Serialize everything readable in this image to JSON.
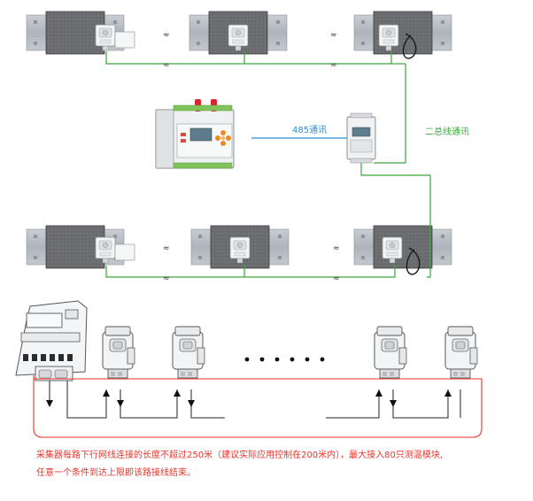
{
  "labels": {
    "rs485": "485通讯",
    "bus": "二总线通讯",
    "note_line1": "采集器每路下行网线连接的长度不超过250米（建议实际应用控制在200米内），最大接入80只测温模块,",
    "note_line2": "任意一个条件到达上限即该路接线结束。"
  },
  "symbols": {
    "break_mark": "≈",
    "ellipsis_dots": 6
  },
  "colors": {
    "bus_green": "#3aa83a",
    "rs485_blue": "#2a8fd8",
    "loop_red": "#e8352b",
    "rail_grey": "#9ea3aa",
    "panel_dark": "#6b6d70",
    "device_white": "#f4f5f6",
    "led_red": "#d9262e",
    "keypad_orange": "#f08a24",
    "terminal_green": "#7fc35a"
  }
}
